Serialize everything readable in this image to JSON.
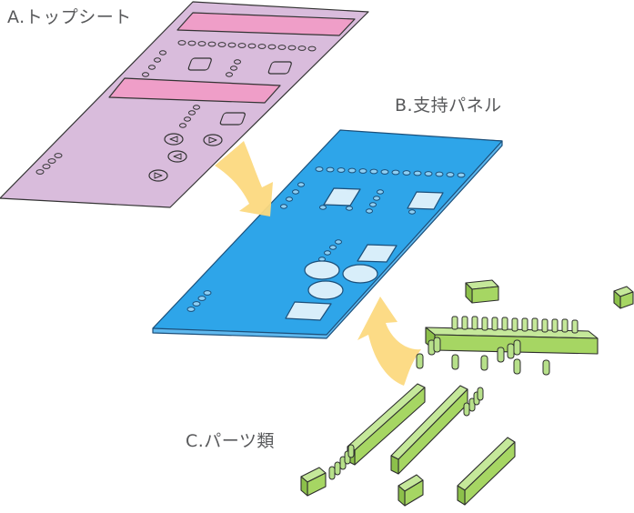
{
  "labels": {
    "top_sheet": "A.トップシート",
    "support_panel": "B.支持パネル",
    "parts": "C.パーツ類"
  },
  "colors": {
    "top_sheet_fill": "#d9bcdc",
    "top_sheet_window": "#ef9ec8",
    "panel_fill": "#2ea5e9",
    "panel_edge": "#1b6fa8",
    "arrow_fill": "#fcd97f",
    "part_fill": "#a6d663",
    "part_outline": "#2d2d2d",
    "label_text": "#58595b"
  }
}
